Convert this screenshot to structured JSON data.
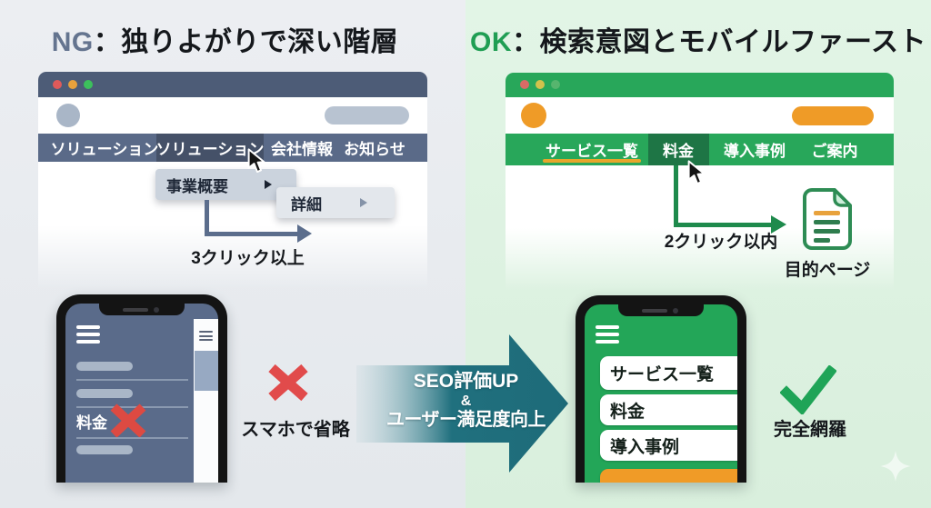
{
  "left": {
    "title": {
      "tag": "NG",
      "rest": "：独りよがりで深い階層"
    },
    "browser": {
      "nav_items": [
        "ソリューション",
        "ソリューション",
        "会社情報",
        "お知らせ"
      ],
      "dropdown1": "事業概要",
      "dropdown2": "詳細",
      "clicks_label": "3クリック以上"
    },
    "phone": {
      "menu_item": "料金"
    },
    "caption": "スマホで省略"
  },
  "center": {
    "arrow_lines": [
      "SEO評価UP",
      "&",
      "ユーザー満足度向上"
    ]
  },
  "right": {
    "title": {
      "tag": "OK",
      "rest": "：検索意図とモバイルファースト"
    },
    "browser": {
      "nav_items": [
        "サービス一覧",
        "料金",
        "導入事例",
        "ご案内"
      ],
      "clicks_label": "2クリック以内",
      "doc_label": "目的ページ"
    },
    "phone": {
      "menu_items": [
        "サービス一覧",
        "料金",
        "導入事例"
      ]
    },
    "caption": "完全網羅"
  },
  "icons": {
    "window_controls": [
      "close",
      "minimize",
      "zoom"
    ],
    "hamburger": "menu",
    "cursor": "pointer-arrow",
    "document": "target-page-document",
    "check": "check-mark",
    "cross": "x-mark",
    "sparkle": "sparkle"
  },
  "colors": {
    "ng_accent": "#64748f",
    "ok_accent": "#1f9e53",
    "slate_browser": "#4d5c77",
    "slate_nav": "#5a6a88",
    "green_browser": "#28a75a",
    "green_nav_active": "#1e7545",
    "orange": "#ef9b27",
    "teal_arrow": "#20707e",
    "red_cross": "#e14b4b",
    "doc_green": "#2e8c54",
    "bg_left": "#e8ebee",
    "bg_right": "#dff2e3"
  }
}
